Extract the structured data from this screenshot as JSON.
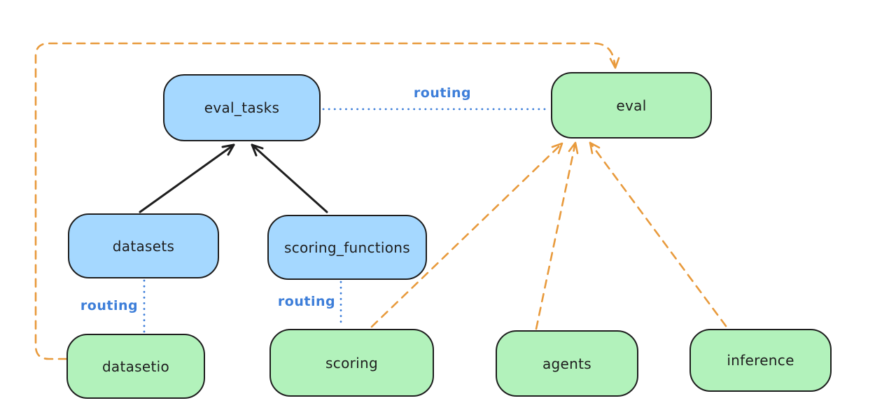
{
  "nodes": {
    "eval_tasks": {
      "label": "eval_tasks",
      "color": "blue"
    },
    "eval": {
      "label": "eval",
      "color": "green"
    },
    "datasets": {
      "label": "datasets",
      "color": "blue"
    },
    "scoring_functions": {
      "label": "scoring_functions",
      "color": "blue"
    },
    "datasetio": {
      "label": "datasetio",
      "color": "green"
    },
    "scoring": {
      "label": "scoring",
      "color": "green"
    },
    "agents": {
      "label": "agents",
      "color": "green"
    },
    "inference": {
      "label": "inference",
      "color": "green"
    }
  },
  "edge_labels": {
    "eval_tasks_to_eval": "routing",
    "datasets_to_datasetio": "routing",
    "scoring_functions_to_scoring": "routing"
  },
  "edges": [
    {
      "from": "datasets",
      "to": "eval_tasks",
      "style": "solid-arrow",
      "color": "black"
    },
    {
      "from": "scoring_functions",
      "to": "eval_tasks",
      "style": "solid-arrow",
      "color": "black"
    },
    {
      "from": "eval_tasks",
      "to": "eval",
      "style": "dotted-line",
      "color": "blue",
      "label": "routing"
    },
    {
      "from": "datasets",
      "to": "datasetio",
      "style": "dotted-line",
      "color": "blue",
      "label": "routing"
    },
    {
      "from": "scoring_functions",
      "to": "scoring",
      "style": "dotted-line",
      "color": "blue",
      "label": "routing"
    },
    {
      "from": "datasetio",
      "to": "eval",
      "style": "dashed-arrow",
      "color": "orange"
    },
    {
      "from": "scoring",
      "to": "eval",
      "style": "dashed-arrow",
      "color": "orange"
    },
    {
      "from": "agents",
      "to": "eval",
      "style": "dashed-arrow",
      "color": "orange"
    },
    {
      "from": "inference",
      "to": "eval",
      "style": "dashed-arrow",
      "color": "orange"
    }
  ],
  "colors": {
    "blue_node_fill": "#a5d8ff",
    "green_node_fill": "#b2f2bb",
    "node_stroke": "#1e1e1e",
    "routing_blue": "#3d7ed9",
    "orange_dashed": "#e89a3c",
    "black_arrow": "#1e1e1e",
    "background": "#ffffff"
  }
}
